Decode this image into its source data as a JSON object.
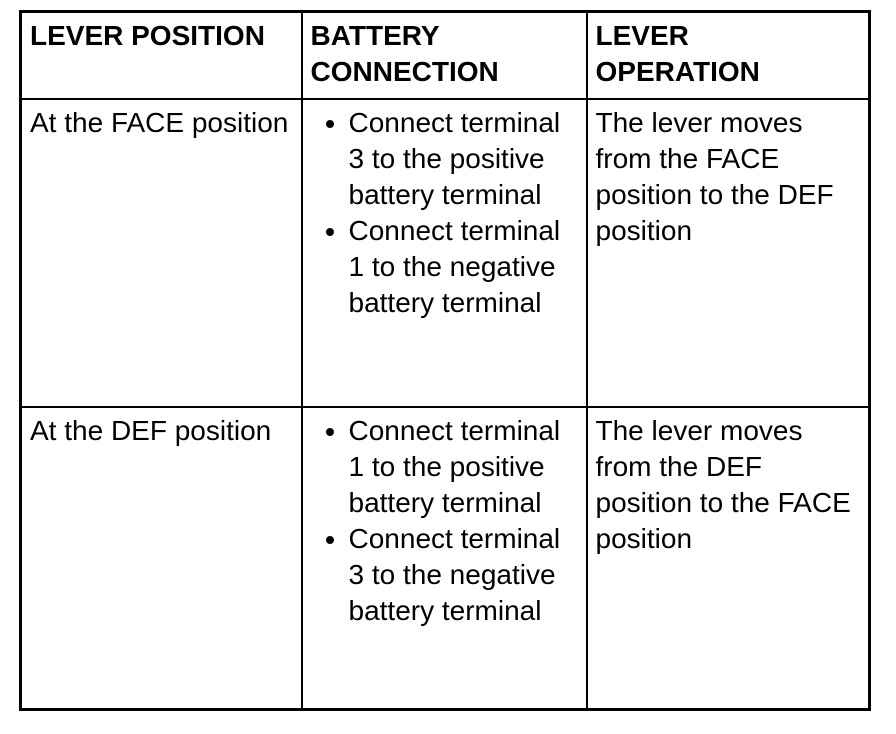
{
  "colors": {
    "background": "#ffffff",
    "border": "#000000",
    "text": "#000000"
  },
  "table": {
    "headers": {
      "lever_position": "LEVER POSITION",
      "battery_connection": "BATTERY CONNECTION",
      "lever_operation": "LEVER OPERATION"
    },
    "rows": [
      {
        "lever_position": "At the FACE position",
        "battery_connection": [
          "Connect terminal 3 to the positive battery terminal",
          "Connect terminal 1 to the negative battery terminal"
        ],
        "lever_operation": "The lever moves from the FACE position to the DEF position"
      },
      {
        "lever_position": "At the DEF position",
        "battery_connection": [
          "Connect terminal 1 to the positive battery terminal",
          "Connect terminal 3 to the negative battery terminal"
        ],
        "lever_operation": "The lever moves from the DEF position to the FACE position"
      }
    ]
  }
}
